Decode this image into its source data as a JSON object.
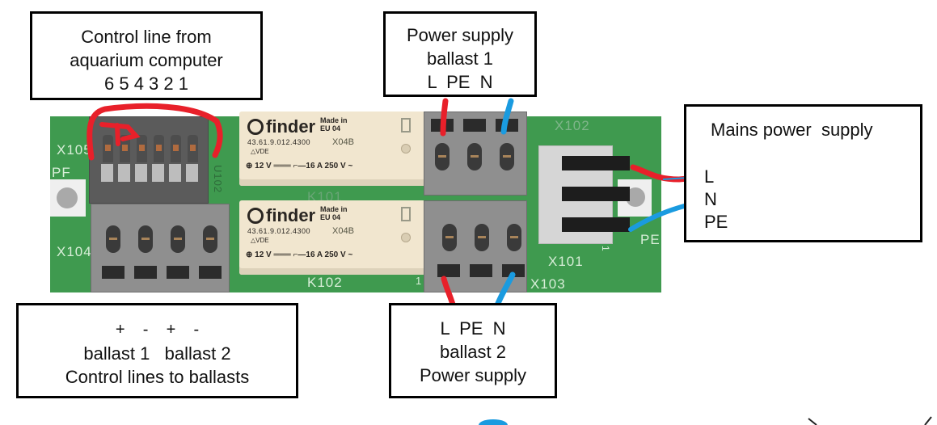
{
  "callouts": {
    "control_in": {
      "lines": [
        "Control line from",
        "aquarium computer",
        "6 5 4 3 2 1"
      ]
    },
    "ballast1_power": {
      "lines": [
        "Power supply",
        "ballast 1",
        "L  PE  N"
      ]
    },
    "mains": {
      "title": "Mains power  supply",
      "terminals": [
        "L",
        "N",
        "PE"
      ]
    },
    "control_out": {
      "lines": [
        "+    -    +    -",
        "ballast 1   ballast 2",
        "Control lines to ballasts"
      ]
    },
    "ballast2_power": {
      "lines": [
        "L  PE  N",
        "ballast 2",
        "Power supply"
      ]
    }
  },
  "board": {
    "labels": {
      "x105": "X105",
      "pf": "PF",
      "x104": "X104",
      "x102": "X102",
      "x101": "X101",
      "x103": "X103",
      "k101": "K101",
      "k102": "K102",
      "pe": "PE",
      "u102": "U102",
      "pin1_a": "1",
      "pin1_b": "1"
    },
    "relays": [
      {
        "designator": "K101",
        "brand": "finder",
        "made_in": "Made in",
        "origin": "EU 04",
        "part_number": "43.61.9.012.4300",
        "batch": "X04B",
        "cert": "VDE",
        "rating": "⊕ 12 V ═══   ⌐—16 A 250 V ~"
      },
      {
        "designator": "K102",
        "brand": "finder",
        "made_in": "Made in",
        "origin": "EU 04",
        "part_number": "43.61.9.012.4300",
        "batch": "X04B",
        "cert": "VDE",
        "rating": "⊕ 12 V ═══   ⌐—16 A 250 V ~"
      }
    ]
  },
  "colors": {
    "live_wire": "#e8202a",
    "neutral_wire": "#1a9be0",
    "pcb_green": "#3f9a4f",
    "terminal_gray": "#8f8f8f",
    "relay_body": "#f1e6cf"
  }
}
